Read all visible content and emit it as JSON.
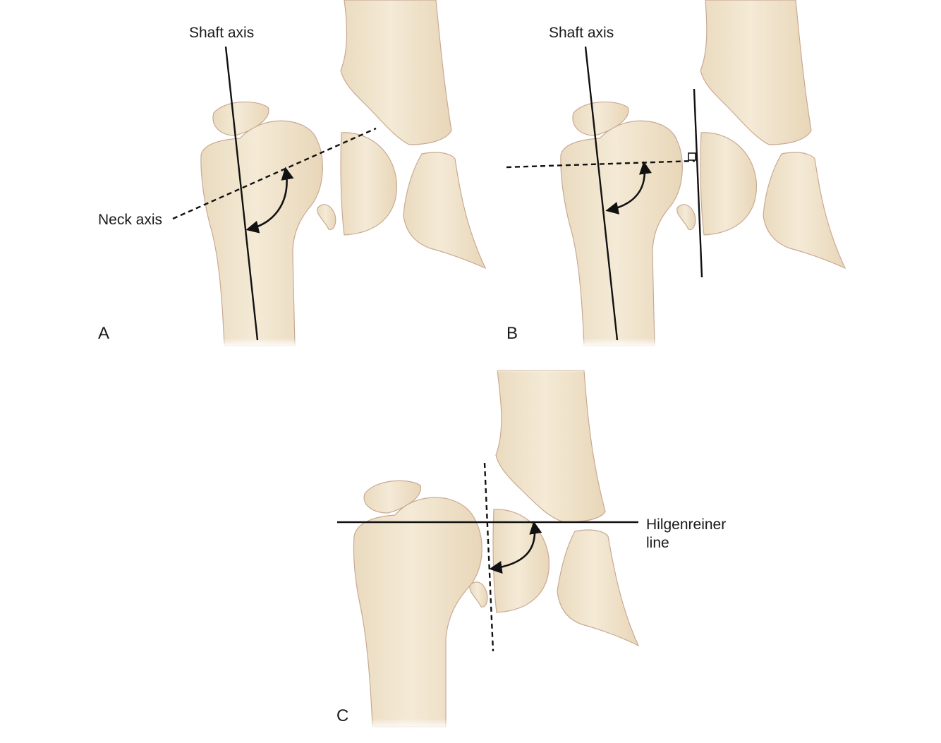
{
  "panels": {
    "a": {
      "letter": "A",
      "shaft_label": "Shaft axis",
      "neck_label": "Neck axis"
    },
    "b": {
      "letter": "B",
      "shaft_label": "Shaft axis"
    },
    "c": {
      "letter": "C",
      "hilgenreiner_line1": "Hilgenreiner",
      "hilgenreiner_line2": "line"
    }
  },
  "colors": {
    "bone_fill": "#f1e6cf",
    "bone_outline": "#c9a994",
    "line": "#111111",
    "text": "#1a1a1a"
  }
}
